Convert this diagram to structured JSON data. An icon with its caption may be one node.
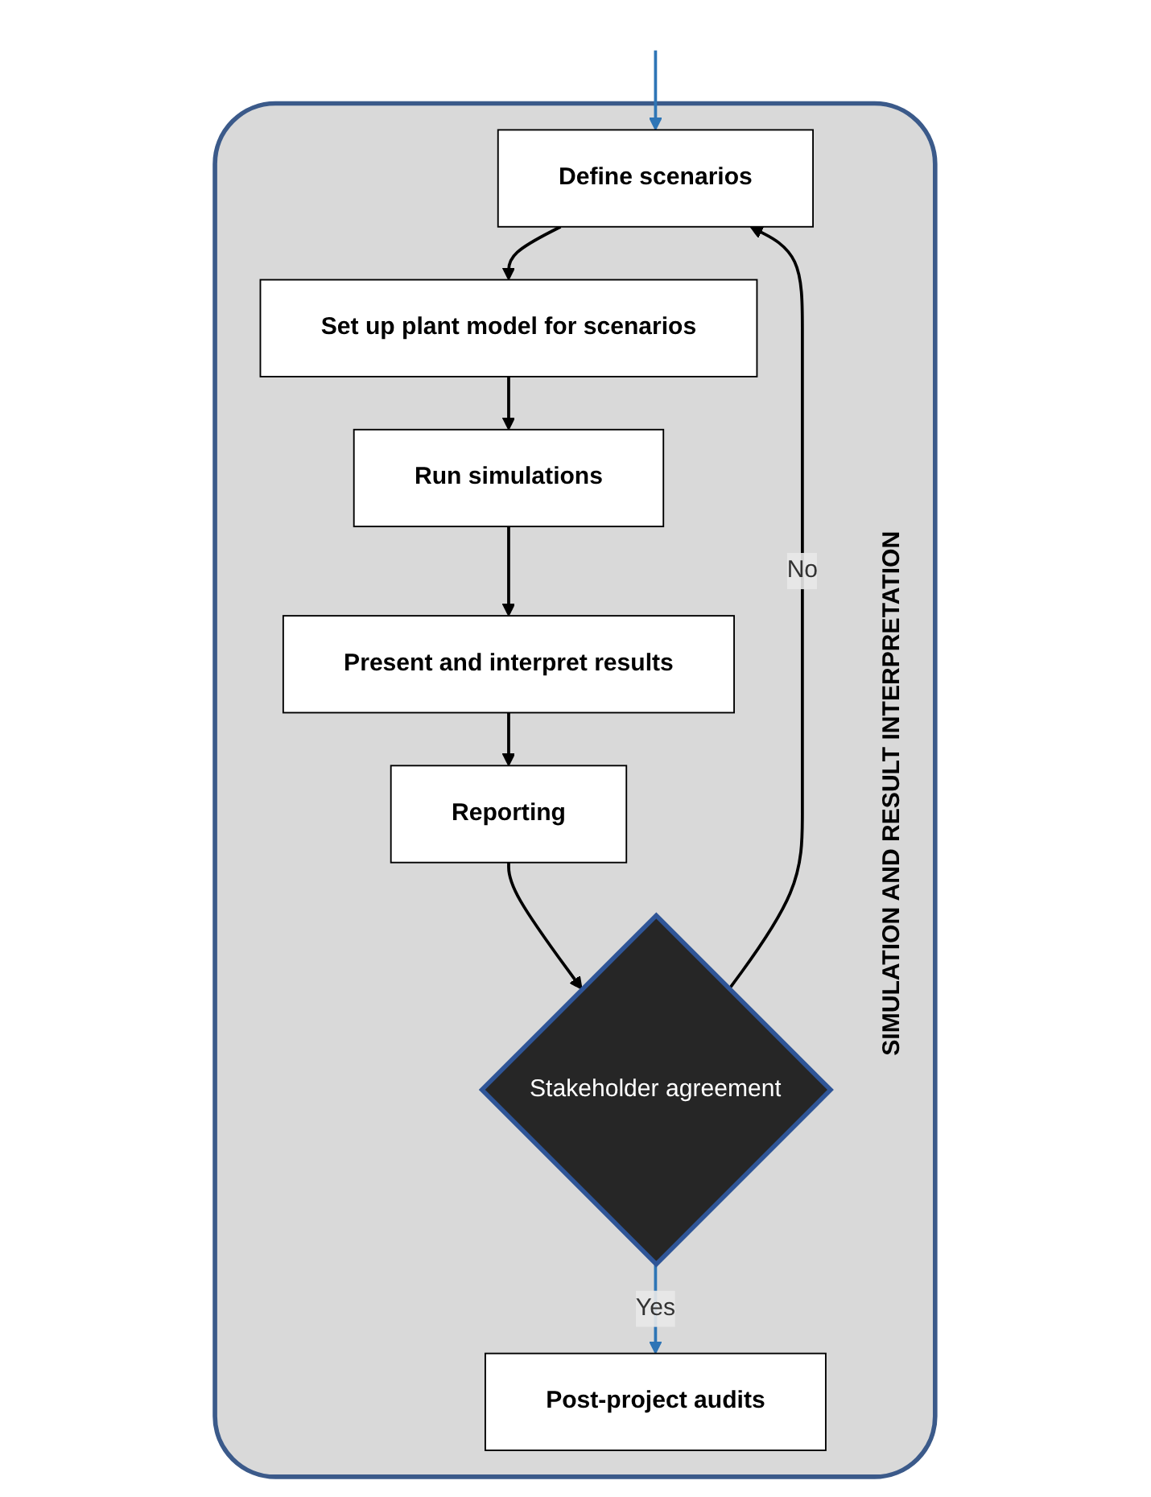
{
  "diagram": {
    "nodes": [
      {
        "text": [
          "SIMULATION AND RESULT INTERPRETATION"
        ]
      },
      {
        "text": [
          "Define scenarios"
        ],
        "in": 0
      },
      {
        "text": [
          "Set up plant model for scenarios"
        ],
        "in": 0
      },
      {
        "text": [
          "Run simulations"
        ],
        "in": 0
      },
      {
        "text": [
          "Present and interpret results"
        ],
        "in": 0
      },
      {
        "text": [
          "Reporting"
        ],
        "in": 0
      },
      {
        "text": [
          "Stakeholder agreement"
        ],
        "in": 0
      },
      {
        "text": [
          "Post-project audits"
        ],
        "in": 0
      }
    ],
    "edges": [
      {
        "from": null,
        "to": 1,
        "arrow": "to",
        "color": "#2e75b6"
      },
      {
        "from": 1,
        "to": 2,
        "arrow": "to"
      },
      {
        "from": 2,
        "to": 3,
        "arrow": "to"
      },
      {
        "from": 3,
        "to": 4,
        "arrow": "to"
      },
      {
        "from": 4,
        "to": 5,
        "arrow": "to"
      },
      {
        "from": 5,
        "to": 6,
        "arrow": "to"
      },
      {
        "from": 6,
        "to": 1,
        "arrow": "to",
        "label": "No"
      },
      {
        "from": 6,
        "to": 7,
        "arrow": "to",
        "label": "Yes",
        "color": "#2e75b6"
      }
    ]
  }
}
